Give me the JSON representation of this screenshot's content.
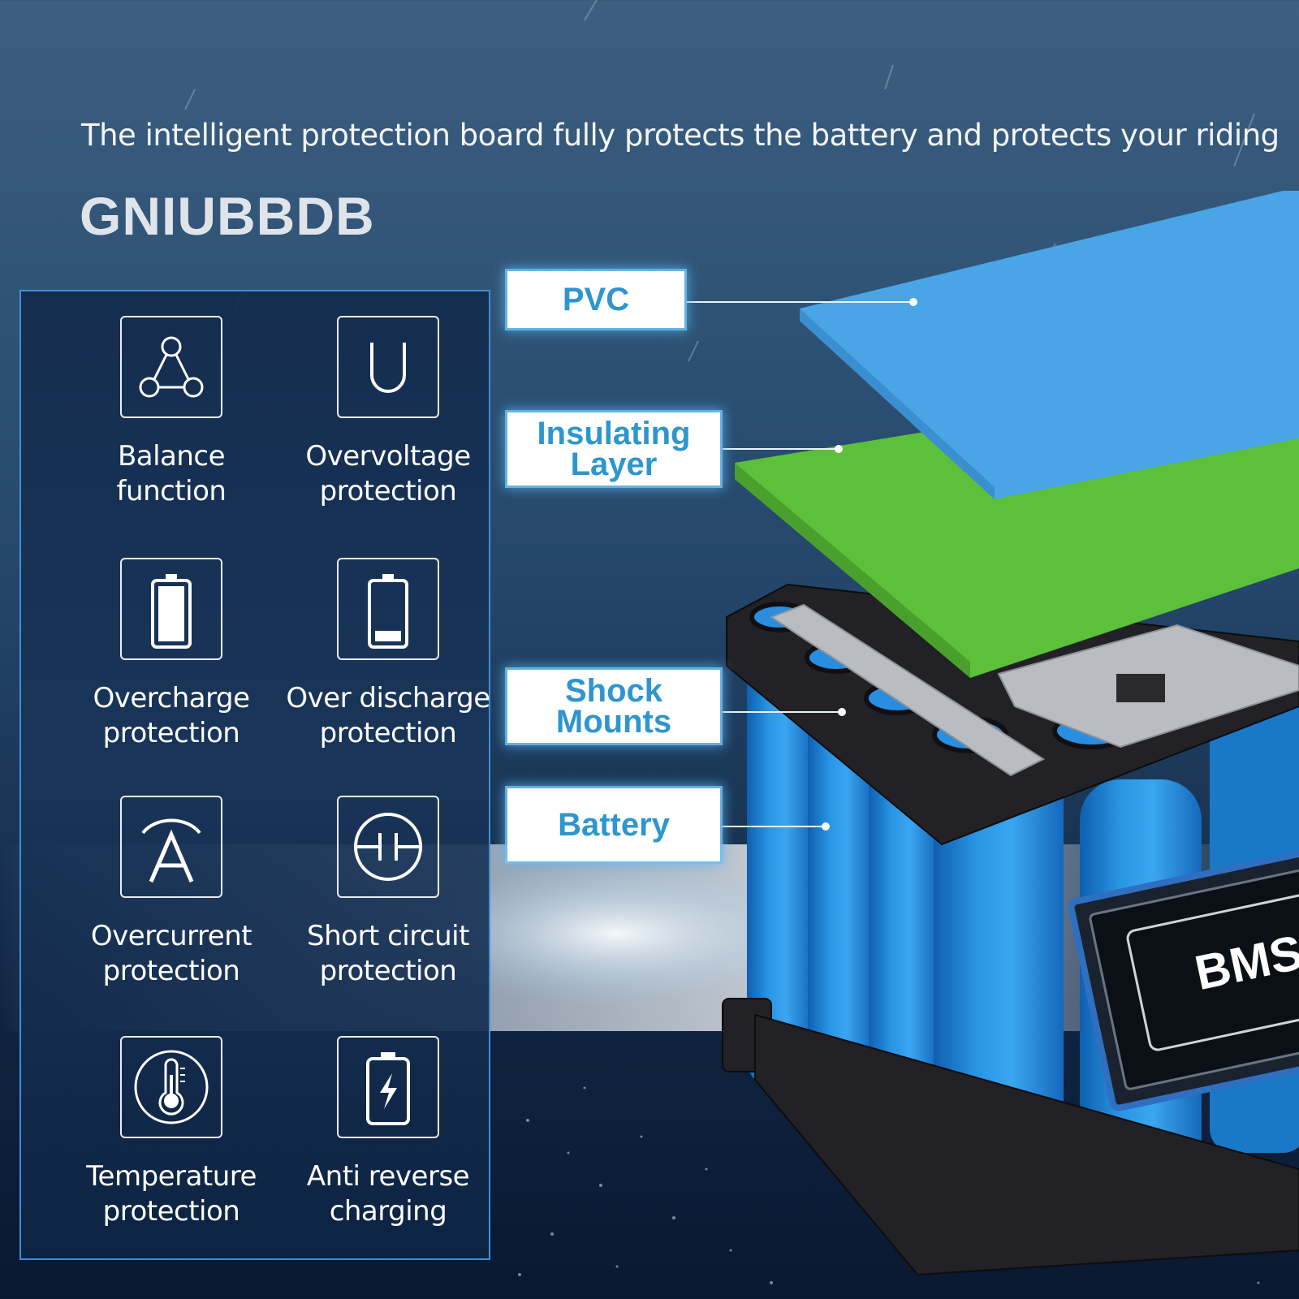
{
  "headline": "The intelligent protection board fully protects the battery and protects your riding",
  "brand": "GNIUBBDB",
  "features": [
    {
      "icon": "balance-triangle-icon",
      "line1": "Balance",
      "line2": "function"
    },
    {
      "icon": "overvoltage-u-icon",
      "line1": "Overvoltage",
      "line2": "protection"
    },
    {
      "icon": "full-battery-icon",
      "line1": "Overcharge",
      "line2": "protection"
    },
    {
      "icon": "low-battery-icon",
      "line1": "Over discharge",
      "line2": "protection"
    },
    {
      "icon": "ampere-a-icon",
      "line1": "Overcurrent",
      "line2": "protection"
    },
    {
      "icon": "short-circuit-icon",
      "line1": "Short circuit",
      "line2": "protection"
    },
    {
      "icon": "thermometer-icon",
      "line1": "Temperature",
      "line2": "protection"
    },
    {
      "icon": "charging-battery-icon",
      "line1": "Anti reverse",
      "line2": "charging"
    }
  ],
  "layers": {
    "pvc": {
      "line1": "PVC"
    },
    "insulating": {
      "line1": "Insulating",
      "line2": "Layer"
    },
    "shock": {
      "line1": "Shock",
      "line2": "Mounts"
    },
    "battery": {
      "line1": "Battery"
    }
  },
  "bms_label": "BMS",
  "colors": {
    "pvc_sheet": "#4aa5e6",
    "insulating_sheet": "#5cc03a",
    "cell_blue": "#1f86d8",
    "holder": "#1e1e22",
    "label_text": "#2d96cf",
    "panel_border": "#3f8fd8"
  }
}
